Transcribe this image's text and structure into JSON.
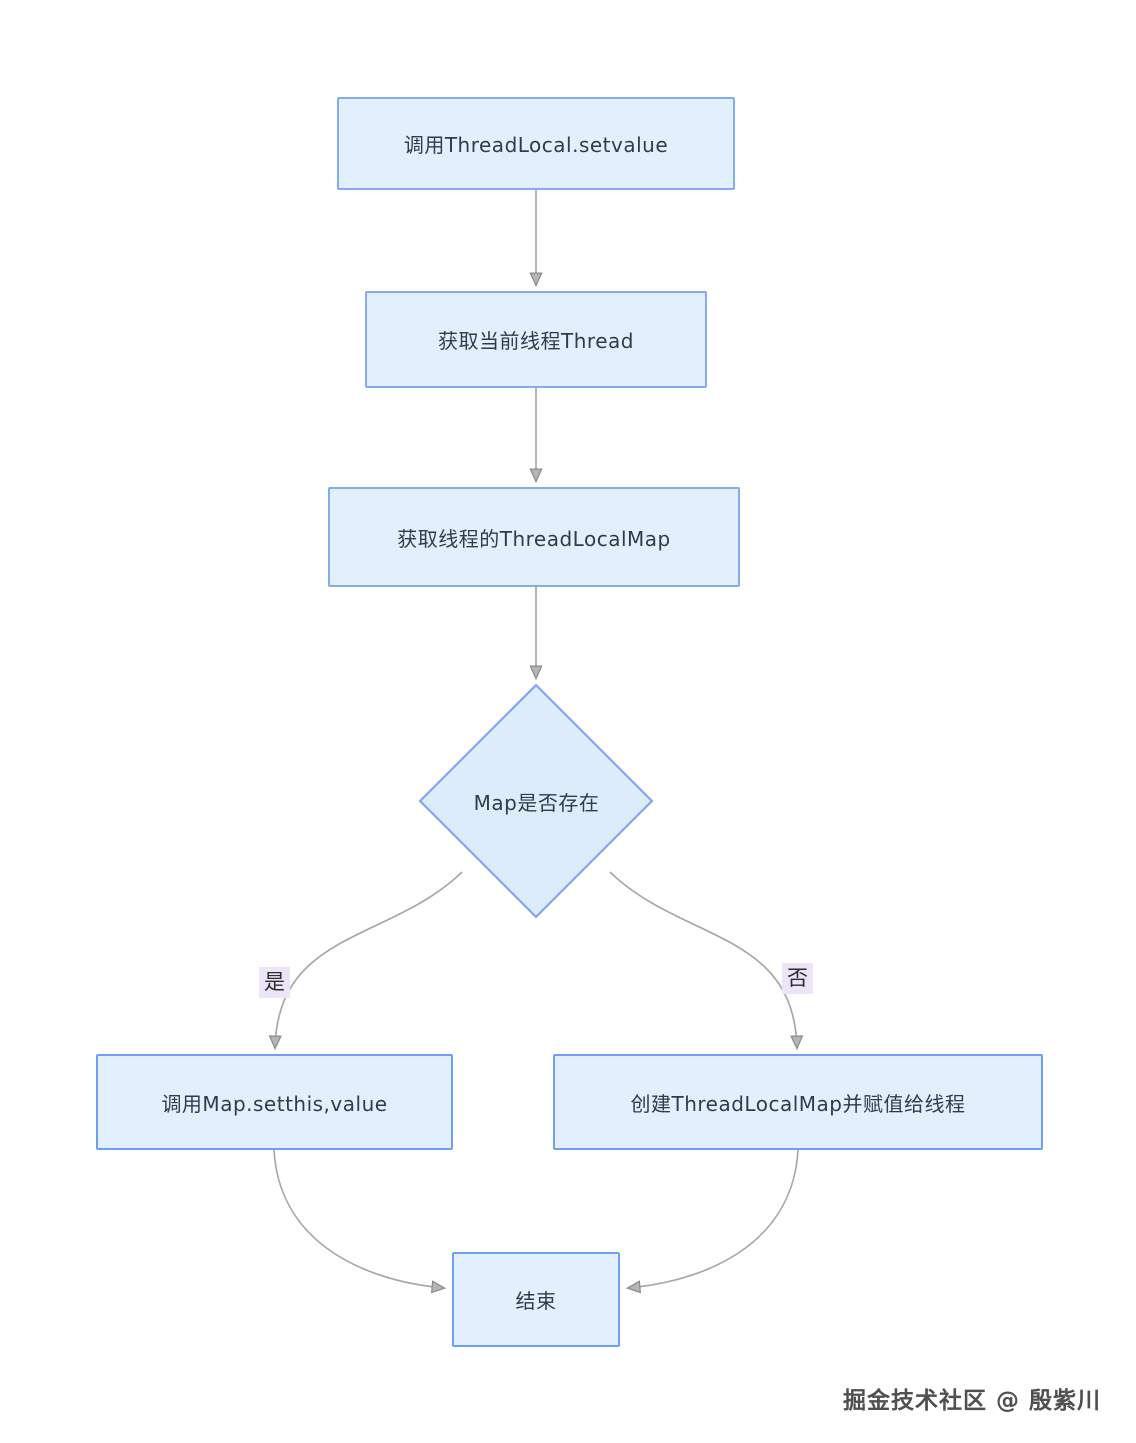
{
  "diagram": {
    "title_hint": "ThreadLocal setValue flowchart",
    "nodes": {
      "start": {
        "label": "调用ThreadLocal.setvalue"
      },
      "get_thread": {
        "label": "获取当前线程Thread"
      },
      "get_map": {
        "label": "获取线程的ThreadLocalMap"
      },
      "decision": {
        "label": "Map是否存在"
      },
      "map_set": {
        "label": "调用Map.setthis,value"
      },
      "create_map": {
        "label": "创建ThreadLocalMap并赋值给线程"
      },
      "end": {
        "label": "结束"
      }
    },
    "edge_labels": {
      "yes": "是",
      "no": "否"
    },
    "edges": [
      {
        "from": "start",
        "to": "get_thread",
        "label": ""
      },
      {
        "from": "get_thread",
        "to": "get_map",
        "label": ""
      },
      {
        "from": "get_map",
        "to": "decision",
        "label": ""
      },
      {
        "from": "decision",
        "to": "map_set",
        "label": "是"
      },
      {
        "from": "decision",
        "to": "create_map",
        "label": "否"
      },
      {
        "from": "map_set",
        "to": "end",
        "label": ""
      },
      {
        "from": "create_map",
        "to": "end",
        "label": ""
      }
    ]
  },
  "theme": {
    "background": "#ffffff",
    "node_fill": "#e1f0fc",
    "node_border": "#85abe8",
    "bright_border": "#6f9ff5",
    "diamond_border": "#7aa0f5",
    "diamond_fill": "#ddecfb",
    "line": "#a8a8a8",
    "arrow_fill": "#b5b5b5",
    "edge_label_bg": "#ece4f7",
    "text": "#2f3d49"
  },
  "watermark": {
    "text": "掘金技术社区 @ 殷紫川"
  }
}
